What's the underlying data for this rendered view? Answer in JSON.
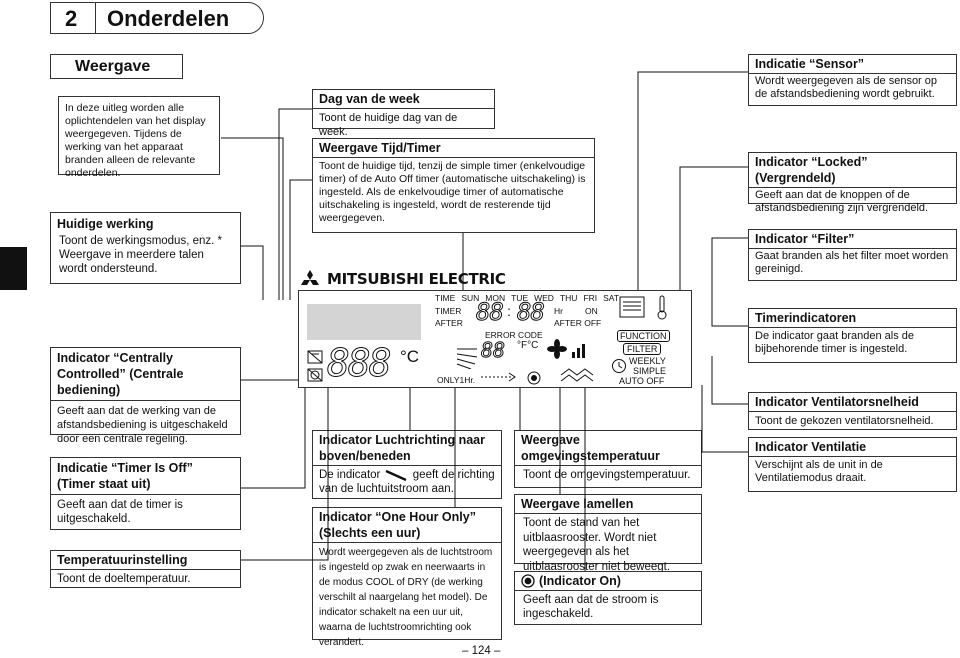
{
  "header": {
    "chapter_number": "2",
    "chapter_title": "Onderdelen"
  },
  "section_title": "Weergave",
  "intro_text": "In deze uitleg worden alle oplichtendelen van het display weergegeven. Tijdens de werking van het apparaat branden alleen de relevante onderdelen.",
  "left": [
    {
      "title": "Huidige werking",
      "body": "Toont de werkingsmodus, enz. * Weergave in meerdere talen wordt ondersteund."
    },
    {
      "title": "Indicator “Centrally Controlled” (Centrale bediening)",
      "body": "Geeft aan dat de werking van de afstandsbediening is uitgeschakeld door een centrale regeling."
    },
    {
      "title": "Indicatie “Timer Is Off” (Timer staat uit)",
      "body": "Geeft aan dat de timer is uitgeschakeld."
    },
    {
      "title": "Temperatuurinstelling",
      "body": "Toont de doeltemperatuur."
    }
  ],
  "top_mid": [
    {
      "title": "Dag van de week",
      "body": "Toont de huidige dag van de week."
    },
    {
      "title": "Weergave Tijd/Timer",
      "body": "Toont de huidige tijd, tenzij de simple timer (enkelvoudige timer) of de Auto Off timer (automatische uitschakeling) is ingesteld. Als de enkelvoudige timer of automatische uitschakeling is ingesteld, wordt de resterende tijd weergegeven."
    }
  ],
  "right": [
    {
      "title": "Indicatie “Sensor”",
      "body": "Wordt weergegeven als de sensor op de afstandsbediening wordt gebruikt."
    },
    {
      "title": "Indicator “Locked” (Vergrendeld)",
      "body": "Geeft aan dat de knoppen of de afstandsbediening zijn vergrendeld."
    },
    {
      "title": "Indicator “Filter”",
      "body": "Gaat branden als het filter moet worden gereinigd."
    },
    {
      "title": "Timerindicatoren",
      "body": "De indicator gaat branden als de bijbehorende timer is ingesteld."
    },
    {
      "title": "Indicator Ventilatorsnelheid",
      "body": "Toont de gekozen ventilatorsnelheid."
    },
    {
      "title": "Indicator Ventilatie",
      "body": "Verschijnt als de unit in de Ventilatiemodus draait."
    }
  ],
  "bottom_mid": {
    "airflow_title": "Indicator Luchtrichting naar boven/beneden",
    "airflow_body_1": "De indicator",
    "airflow_body_2": "geeft de richting van de luchtuitstroom aan.",
    "onehour_title": "Indicator “One Hour Only” (Slechts een uur)",
    "onehour_body": "Wordt weergegeven als de luchtstroom is ingesteld op zwak en neerwaarts in de modus COOL of DRY (de werking verschilt al naargelang het model). De indicator schakelt na een uur uit, waarna de luchtstroomrichting ook verandert.",
    "roomtemp_title": "Weergave omgevingstemperatuur",
    "roomtemp_body": "Toont de omgevingstemperatuur.",
    "louver_title": "Weergave lamellen",
    "louver_body": "Toont de stand van het uitblaasrooster. Wordt niet weergegeven als het uitblaasrooster niet beweegt.",
    "on_title": "(Indicator On)",
    "on_body": "Geeft aan dat de stroom is ingeschakeld."
  },
  "display": {
    "brand": "MITSUBISHI ELECTRIC",
    "days": [
      "TIME",
      "SUN",
      "MON",
      "TUE",
      "WED",
      "THU",
      "FRI",
      "SAT"
    ],
    "timer": "TIMER",
    "after": "AFTER",
    "hr": "Hr",
    "on": "ON",
    "after_off": "AFTER OFF",
    "error_code": "ERROR CODE",
    "deg_c": "°C",
    "deg_f_c": "°F°C",
    "only1hr": "ONLY1Hr.",
    "function": "FUNCTION",
    "filter": "FILTER",
    "weekly": "WEEKLY",
    "simple": "SIMPLE",
    "auto_off": "AUTO OFF",
    "set_digits": "888",
    "time_digits_1": "88",
    "time_digits_2": "88",
    "room_digits": "88"
  },
  "page_number": "– 124 –"
}
